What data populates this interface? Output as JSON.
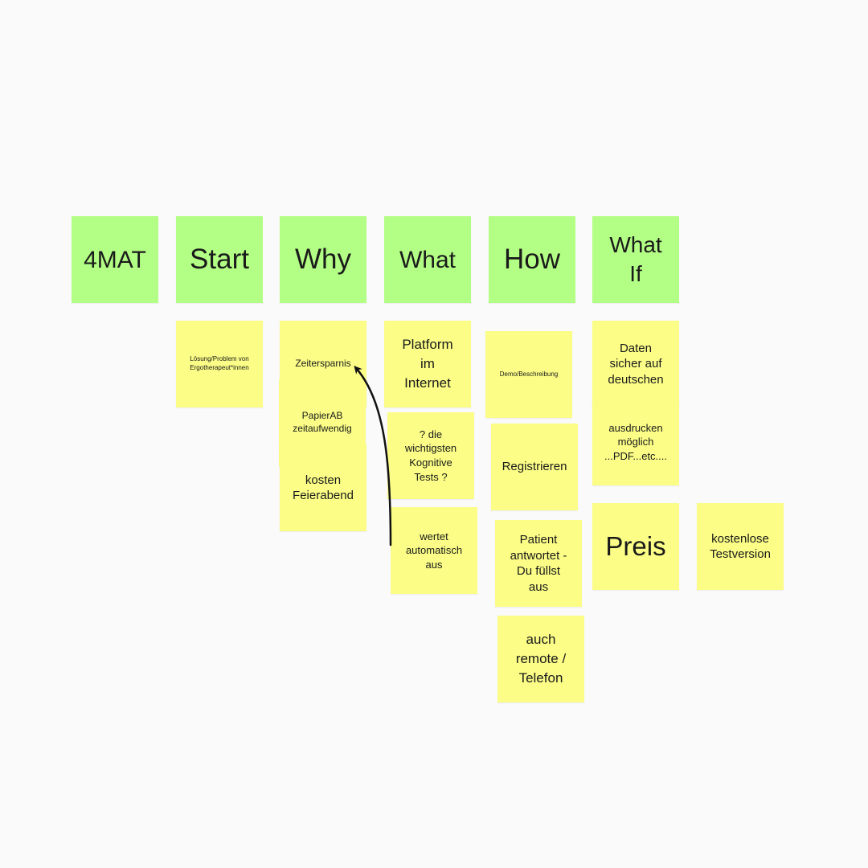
{
  "headers": {
    "4mat": "4MAT",
    "start": "Start",
    "why": "Why",
    "what": "What",
    "how": "How",
    "what_if": "What\nIf"
  },
  "notes": {
    "loesung": "Lösung/Problem von\nErgotherapeut*innen",
    "zeitersparnis": "Zeitersparnis",
    "papierab": "PapierAB\nzeitaufwendig",
    "kosten": "kosten\nFeierabend",
    "platform": "Platform\nim\nInternet",
    "tests": "? die\nwichtigsten\nKognitive\nTests ?",
    "wertet": "wertet\nautomatisch\naus",
    "demo": "Demo/Beschreibung",
    "registrieren": "Registrieren",
    "patient": "Patient\nantwortet -\nDu füllst\naus",
    "remote": "auch\nremote /\nTelefon",
    "daten": "Daten\nsicher auf\ndeutschen",
    "ausdrucken": "ausdrucken\nmöglich\n...PDF...etc....",
    "preis": "Preis",
    "kostenlose": "kostenlose\nTestversion"
  },
  "colors": {
    "background": "#fafafa",
    "header_note": "#b3ff85",
    "sticky_note": "#fbfd86",
    "connector": "#111111"
  }
}
